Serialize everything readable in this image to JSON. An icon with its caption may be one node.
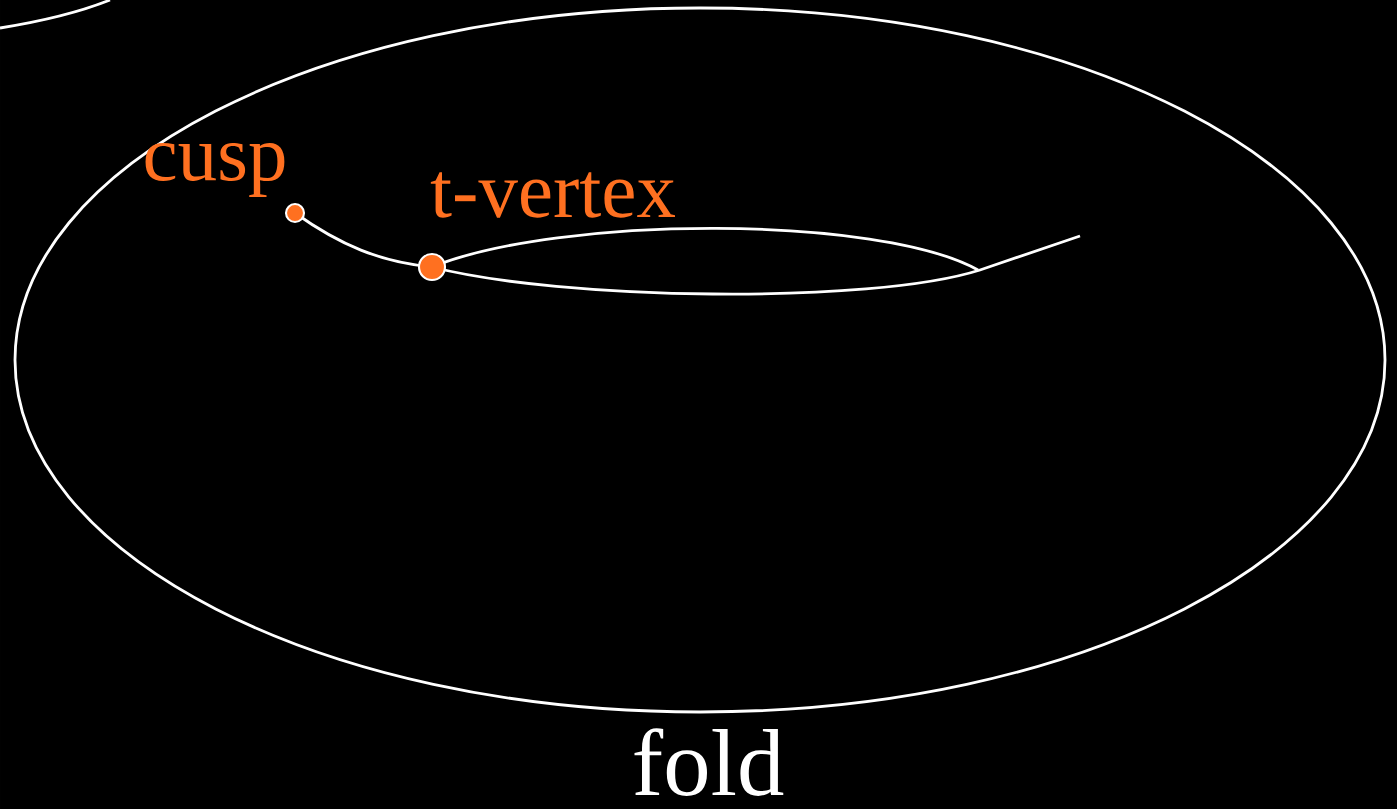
{
  "diagram": {
    "labels": [
      "cusp",
      "t-vertex",
      "fold"
    ]
  }
}
